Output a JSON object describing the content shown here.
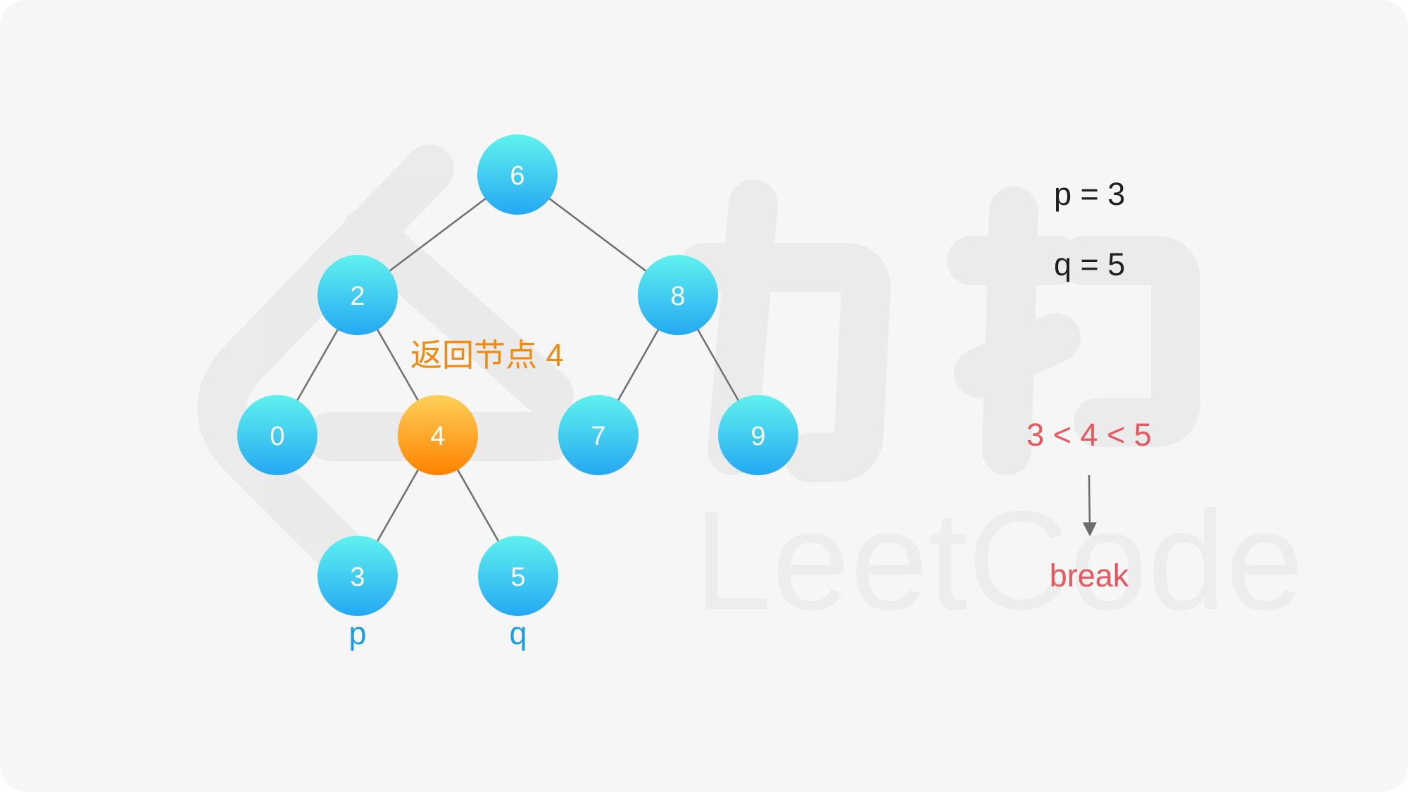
{
  "watermark": {
    "text": "LeetCode"
  },
  "tree": {
    "nodes": [
      {
        "id": "6",
        "label": "6",
        "highlight": false
      },
      {
        "id": "2",
        "label": "2",
        "highlight": false
      },
      {
        "id": "8",
        "label": "8",
        "highlight": false
      },
      {
        "id": "0",
        "label": "0",
        "highlight": false
      },
      {
        "id": "4",
        "label": "4",
        "highlight": true
      },
      {
        "id": "7",
        "label": "7",
        "highlight": false
      },
      {
        "id": "9",
        "label": "9",
        "highlight": false
      },
      {
        "id": "3",
        "label": "3",
        "highlight": false
      },
      {
        "id": "5",
        "label": "5",
        "highlight": false
      }
    ],
    "edges": [
      [
        "6",
        "2"
      ],
      [
        "6",
        "8"
      ],
      [
        "2",
        "0"
      ],
      [
        "2",
        "4"
      ],
      [
        "8",
        "7"
      ],
      [
        "8",
        "9"
      ],
      [
        "4",
        "3"
      ],
      [
        "4",
        "5"
      ]
    ],
    "return_label": "返回节点 4",
    "p_label": "p",
    "q_label": "q"
  },
  "info": {
    "p_value": "p = 3",
    "q_value": "q = 5",
    "comparison": "3 < 4 < 5",
    "result": "break"
  },
  "colors": {
    "node_top": "#5ff2ee",
    "node_bottom": "#24a8f2",
    "highlight_top": "#ffd059",
    "highlight_bottom": "#ff8200",
    "edge": "#6f6f6f",
    "return_label": "#f28a0e",
    "var_label": "#1c9ddf",
    "info_text": "#1f1f1f",
    "red_text": "#e8575d",
    "arrow": "#6b6b6b"
  }
}
